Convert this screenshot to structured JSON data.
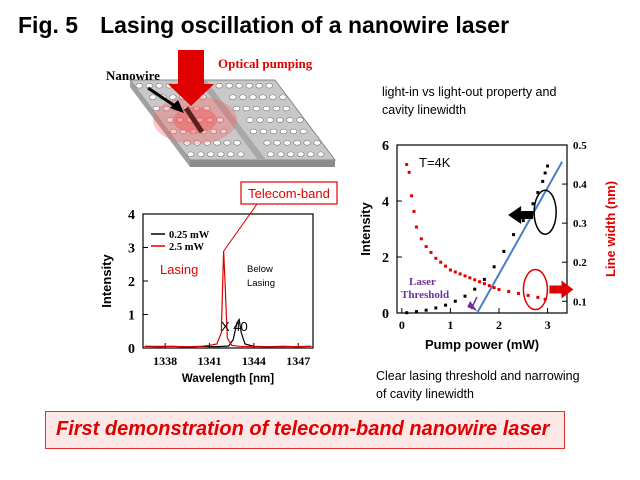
{
  "title": {
    "fig": "Fig. 5",
    "text": "Lasing oscillation of a nanowire laser"
  },
  "schematic": {
    "nanowire_label": "Nanowire",
    "pumping_label": "Optical pumping"
  },
  "right_caption_top": [
    "light-in vs light-out property and",
    "cavity linewidth"
  ],
  "right_caption_bottom": [
    "Clear lasing threshold and narrowing",
    "of cavity linewidth"
  ],
  "banner": "First demonstration of telecom-band nanowire laser",
  "colors": {
    "red": "#e00000",
    "blue": "#4a7ec8",
    "purple": "#7030a0"
  },
  "chart_data": [
    {
      "type": "line",
      "xlabel": "Wavelength [nm]",
      "ylabel": "Intensity",
      "xticks": [
        "1338",
        "1341",
        "1344",
        "1347"
      ],
      "yticks": [
        "0",
        "1",
        "2",
        "3",
        "4"
      ],
      "xlim": [
        1336.5,
        1348
      ],
      "ylim": [
        0,
        4
      ],
      "series": [
        {
          "name": "0.25 mW",
          "color": "#000000",
          "x": [
            1336.6,
            1337.5,
            1338.5,
            1339.5,
            1340.5,
            1341.5,
            1342.3,
            1342.6,
            1342.85,
            1343.0,
            1343.15,
            1343.4,
            1344.0,
            1345.0,
            1346.0,
            1347.0,
            1347.9
          ],
          "y": [
            0.05,
            0.04,
            0.05,
            0.03,
            0.05,
            0.04,
            0.06,
            0.25,
            0.75,
            0.85,
            0.45,
            0.12,
            0.05,
            0.04,
            0.05,
            0.04,
            0.05
          ]
        },
        {
          "name": "2.5 mW",
          "color": "#e00000",
          "x": [
            1336.6,
            1338.0,
            1339.5,
            1340.5,
            1341.0,
            1341.5,
            1341.8,
            1341.95,
            1342.05,
            1342.2,
            1342.5,
            1343.0,
            1344.5,
            1346.0,
            1347.9
          ],
          "y": [
            0.05,
            0.05,
            0.04,
            0.05,
            0.08,
            0.12,
            0.45,
            2.9,
            2.0,
            0.3,
            0.08,
            0.05,
            0.04,
            0.04,
            0.05
          ]
        }
      ],
      "annotations": [
        "Telecom-band",
        "Lasing",
        "Below",
        "Lasing",
        "X 40"
      ]
    },
    {
      "type": "scatter",
      "xlabel": "Pump power (mW)",
      "ylabel": "Intensity",
      "y2label": "Line width (nm)",
      "xticks": [
        "0",
        "1",
        "2",
        "3"
      ],
      "yticks": [
        "0",
        "2",
        "4",
        "6"
      ],
      "y2ticks": [
        "0.1",
        "0.2",
        "0.3",
        "0.4",
        "0.5"
      ],
      "xlim": [
        -0.1,
        3.4
      ],
      "ylim": [
        0,
        6
      ],
      "y2lim": [
        0.07,
        0.5
      ],
      "annotations": [
        "T=4K",
        "Laser",
        "Threshold"
      ],
      "series": [
        {
          "name": "Intensity",
          "color": "#000000",
          "x": [
            0.1,
            0.3,
            0.5,
            0.7,
            0.9,
            1.1,
            1.3,
            1.5,
            1.7,
            1.9,
            2.1,
            2.3,
            2.5,
            2.7,
            2.8,
            2.9,
            2.95,
            3.0
          ],
          "y": [
            0.01,
            0.05,
            0.1,
            0.18,
            0.28,
            0.42,
            0.6,
            0.85,
            1.2,
            1.65,
            2.2,
            2.8,
            3.3,
            3.9,
            4.3,
            4.7,
            5.0,
            5.25
          ]
        },
        {
          "name": "Line width",
          "color": "#e00000",
          "x": [
            0.1,
            0.15,
            0.2,
            0.25,
            0.3,
            0.4,
            0.5,
            0.6,
            0.7,
            0.8,
            0.9,
            1.0,
            1.1,
            1.2,
            1.3,
            1.4,
            1.5,
            1.6,
            1.7,
            1.8,
            1.9,
            2.0,
            2.2,
            2.4,
            2.6,
            2.8,
            2.95
          ],
          "y": [
            0.45,
            0.43,
            0.37,
            0.33,
            0.29,
            0.26,
            0.24,
            0.225,
            0.21,
            0.2,
            0.19,
            0.18,
            0.175,
            0.17,
            0.165,
            0.16,
            0.155,
            0.15,
            0.145,
            0.14,
            0.135,
            0.13,
            0.125,
            0.12,
            0.115,
            0.11,
            0.105
          ]
        },
        {
          "name": "Linear fit",
          "color": "#4a7ec8",
          "x": [
            1.55,
            3.3
          ],
          "y": [
            0,
            5.4
          ]
        }
      ]
    }
  ]
}
